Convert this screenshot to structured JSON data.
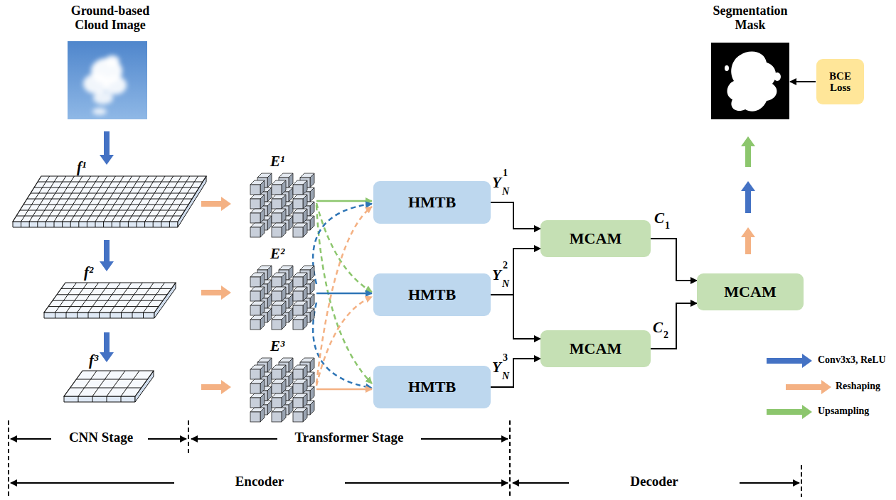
{
  "diagram": {
    "nodes": [
      {
        "text": [
          "HMTB"
        ]
      },
      {
        "text": [
          "HMTB"
        ]
      },
      {
        "text": [
          "HMTB"
        ]
      },
      {
        "text": [
          "MCAM"
        ]
      },
      {
        "text": [
          "MCAM"
        ]
      },
      {
        "text": [
          "MCAM"
        ]
      },
      {
        "text": [
          "BCE Loss"
        ]
      }
    ],
    "edges": [
      {
        "from": 0,
        "to": 3,
        "arrow": "to"
      },
      {
        "from": 1,
        "to": 3,
        "arrow": "to"
      },
      {
        "from": 1,
        "to": 4,
        "arrow": "to"
      },
      {
        "from": 2,
        "to": 4,
        "arrow": "to"
      },
      {
        "from": 3,
        "to": 5,
        "arrow": "to"
      },
      {
        "from": 4,
        "to": 5,
        "arrow": "to"
      }
    ],
    "labels": [
      "Ground-based Cloud Image",
      "Segmentation Mask",
      "f¹",
      "f²",
      "f³",
      "E¹",
      "E²",
      "E³",
      "Y",
      "N",
      "1",
      "Y",
      "N",
      "2",
      "Y",
      "N",
      "3",
      "C",
      "1",
      "C",
      "2",
      "CNN Stage",
      "Transformer Stage",
      "Encoder",
      "Decoder"
    ],
    "legend": [
      {
        "text": "Conv3x3, ReLU"
      },
      {
        "text": "Reshaping"
      },
      {
        "text": "Upsampling"
      }
    ]
  }
}
